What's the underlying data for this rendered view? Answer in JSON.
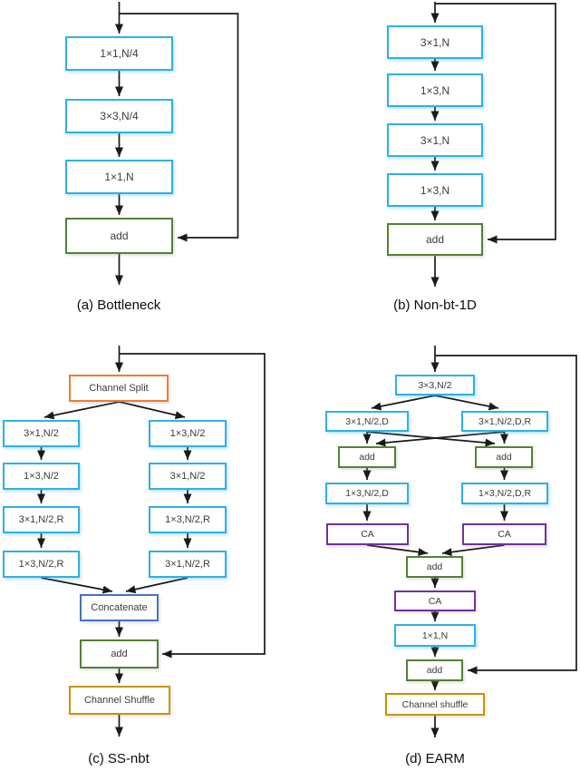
{
  "figure": {
    "type": "neural-network-block-diagrams",
    "description": "Four residual block architectures shown as flowcharts"
  },
  "palette": {
    "conv": "#2FB0E6",
    "add": "#538135",
    "split": "#ED7D31",
    "concat": "#4472C4",
    "shuffle": "#C79500",
    "ca": "#7030A0",
    "line": "#1a1a1a",
    "box_fill": "#ffffff",
    "text": "#3b3b3b"
  },
  "panels": {
    "a": {
      "caption": "(a) Bottleneck",
      "nodes": [
        {
          "label": "1×1,N/4",
          "type": "conv"
        },
        {
          "label": "3×3,N/4",
          "type": "conv"
        },
        {
          "label": "1×1,N",
          "type": "conv"
        },
        {
          "label": "add",
          "type": "add"
        }
      ]
    },
    "b": {
      "caption": "(b) Non-bt-1D",
      "nodes": [
        {
          "label": "3×1,N",
          "type": "conv"
        },
        {
          "label": "1×3,N",
          "type": "conv"
        },
        {
          "label": "3×1,N",
          "type": "conv"
        },
        {
          "label": "1×3,N",
          "type": "conv"
        },
        {
          "label": "add",
          "type": "add"
        }
      ]
    },
    "c": {
      "caption": "(c) SS-nbt",
      "nodes": [
        {
          "label": "Channel Split",
          "type": "split"
        },
        {
          "label": "3×1,N/2",
          "type": "conv"
        },
        {
          "label": "1×3,N/2",
          "type": "conv"
        },
        {
          "label": "3×1,N/2,R",
          "type": "conv"
        },
        {
          "label": "1×3,N/2,R",
          "type": "conv"
        },
        {
          "label": "1×3,N/2",
          "type": "conv"
        },
        {
          "label": "3×1,N/2",
          "type": "conv"
        },
        {
          "label": "1×3,N/2,R",
          "type": "conv"
        },
        {
          "label": "3×1,N/2,R",
          "type": "conv"
        },
        {
          "label": "Concatenate",
          "type": "concat"
        },
        {
          "label": "add",
          "type": "add"
        },
        {
          "label": "Channel Shuffle",
          "type": "shuffle"
        }
      ]
    },
    "d": {
      "caption": "(d) EARM",
      "nodes": [
        {
          "label": "3×3,N/2",
          "type": "conv"
        },
        {
          "label": "3×1,N/2,D",
          "type": "conv"
        },
        {
          "label": "3×1,N/2,D,R",
          "type": "conv"
        },
        {
          "label": "add",
          "type": "add"
        },
        {
          "label": "add",
          "type": "add"
        },
        {
          "label": "1×3,N/2,D",
          "type": "conv"
        },
        {
          "label": "1×3,N/2,D,R",
          "type": "conv"
        },
        {
          "label": "CA",
          "type": "ca"
        },
        {
          "label": "CA",
          "type": "ca"
        },
        {
          "label": "add",
          "type": "add"
        },
        {
          "label": "CA",
          "type": "ca"
        },
        {
          "label": "1×1,N",
          "type": "conv"
        },
        {
          "label": "add",
          "type": "add"
        },
        {
          "label": "Channel shuffle",
          "type": "shuffle"
        }
      ]
    }
  }
}
